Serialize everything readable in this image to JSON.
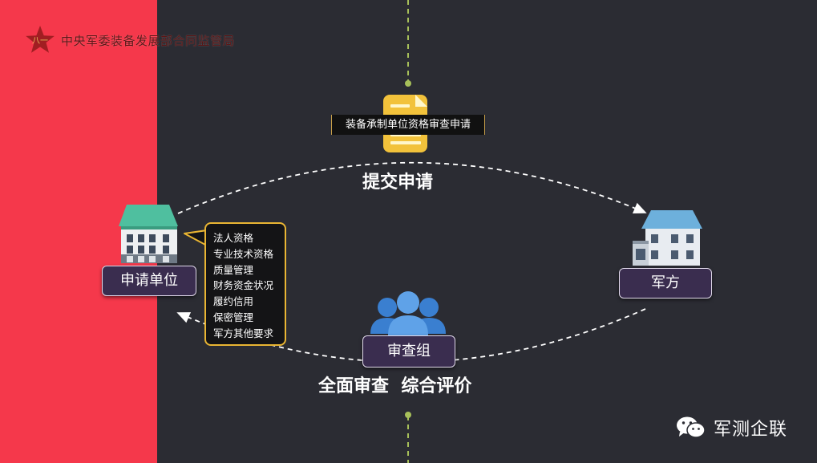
{
  "header": {
    "title": "中央军委装备发展部合同监管局"
  },
  "document": {
    "label": "装备承制单位资格审查申请"
  },
  "flow": {
    "submit_label": "提交申请",
    "review_label": "全面审查  综合评价"
  },
  "nodes": {
    "applicant": "申请单位",
    "military": "军方",
    "review_group": "审查组"
  },
  "callout": {
    "items": [
      "法人资格",
      "专业技术资格",
      "质量管理",
      "财务资金状况",
      "履约信用",
      "保密管理",
      "军方其他要求"
    ]
  },
  "brand": {
    "name": "军测企联"
  },
  "colors": {
    "red_band": "#f5384b",
    "background": "#2b2c33",
    "label_fill": "#3a2d4f",
    "callout_border": "#e9b533",
    "dot_line": "#a7c05a"
  }
}
